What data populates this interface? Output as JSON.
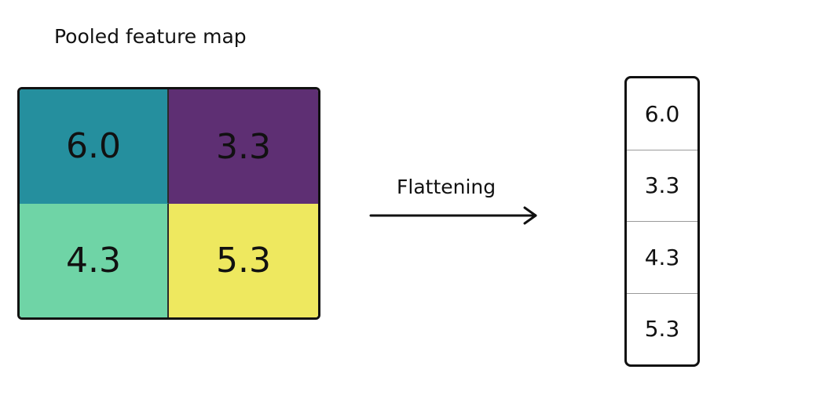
{
  "title": "Pooled feature map",
  "pooled_map": {
    "cells": [
      {
        "value": "6.0",
        "color": "#258f9e"
      },
      {
        "value": "3.3",
        "color": "#5e2f73"
      },
      {
        "value": "4.3",
        "color": "#6fd4a6"
      },
      {
        "value": "5.3",
        "color": "#eee85f"
      }
    ]
  },
  "arrow": {
    "label": "Flattening"
  },
  "flattened": {
    "values": [
      "6.0",
      "3.3",
      "4.3",
      "5.3"
    ]
  }
}
